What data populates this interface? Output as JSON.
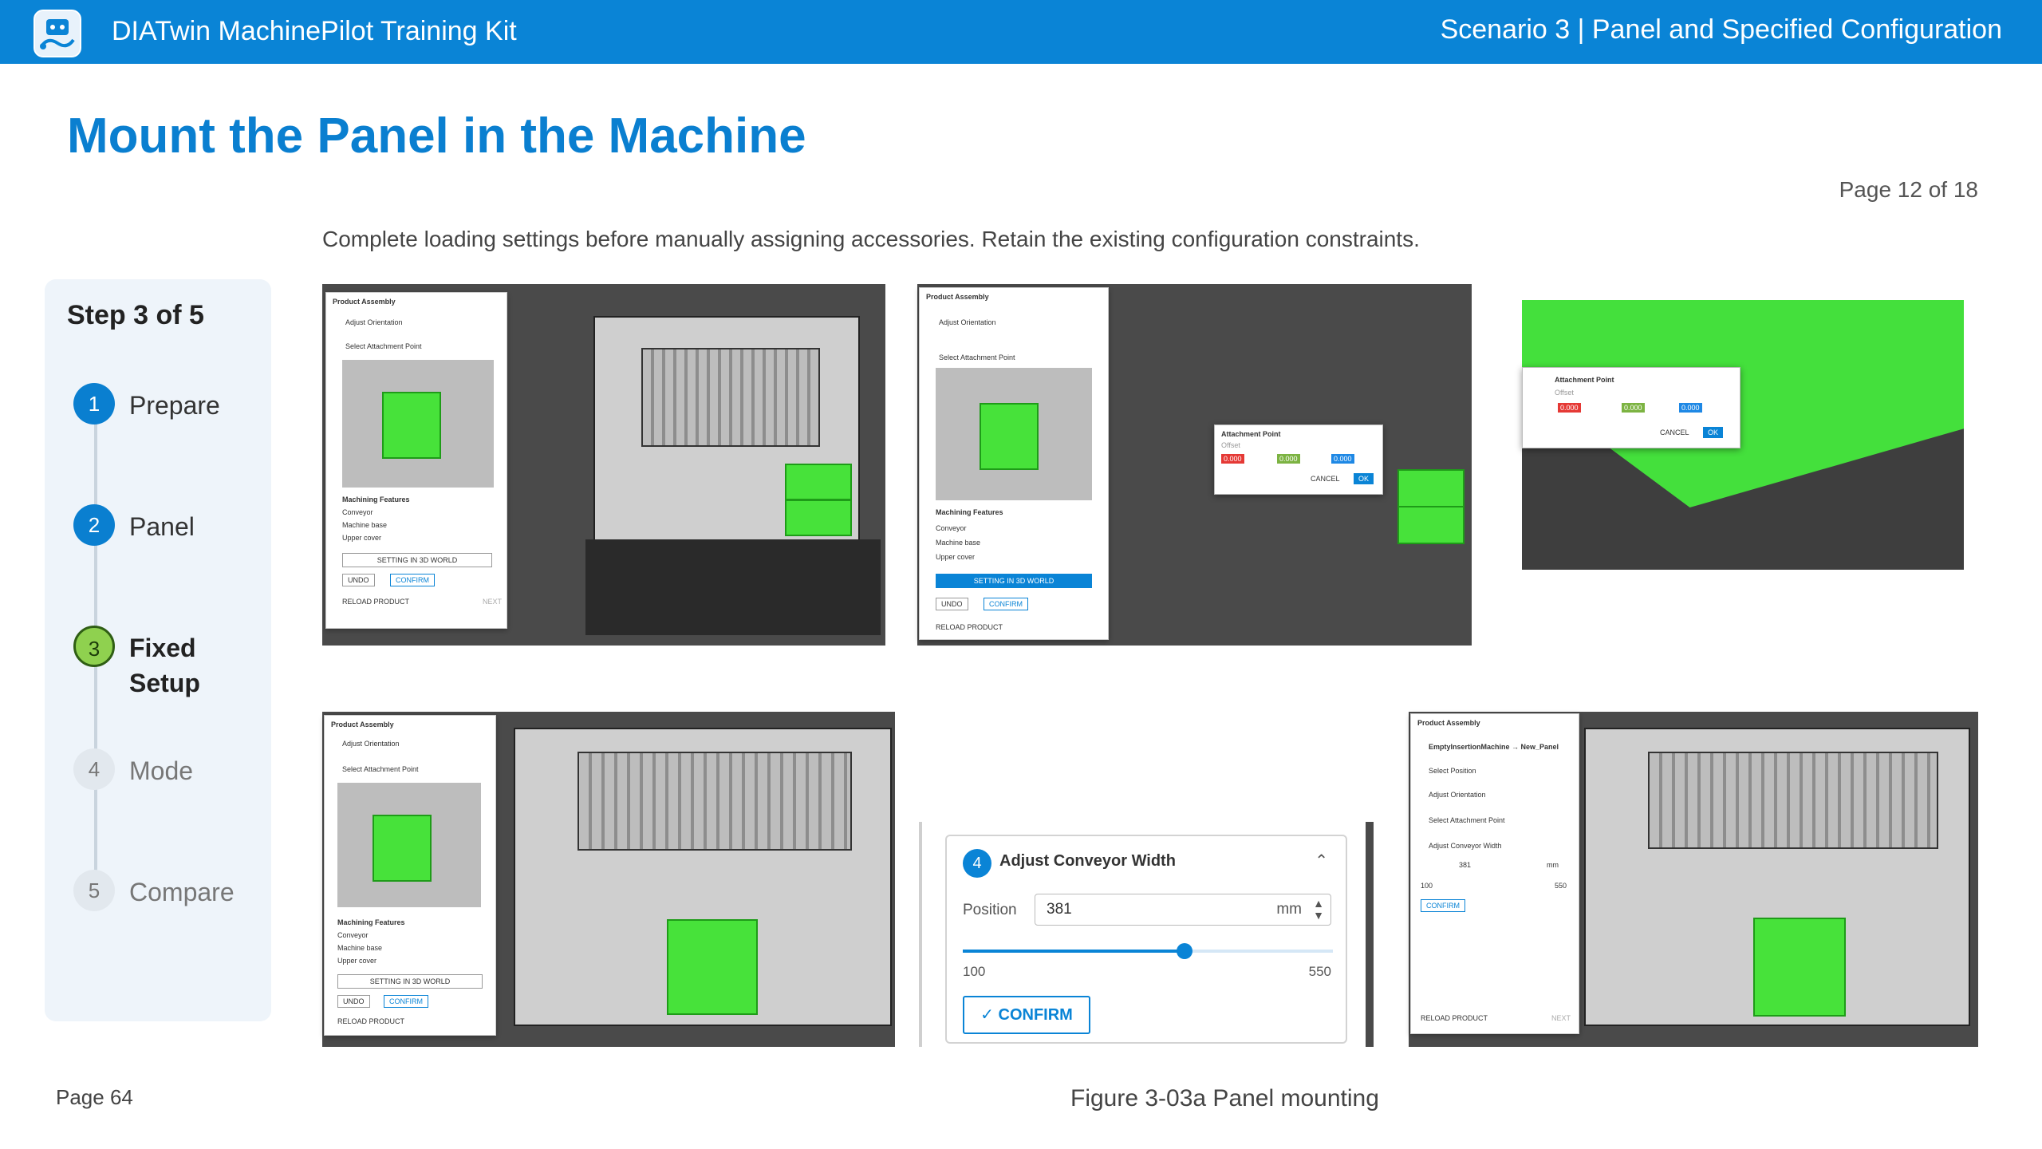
{
  "header": {
    "app_title": "DIATwin MachinePilot Training Kit",
    "scenario": "Scenario 3 | Panel and Specified Configuration",
    "logo_icon": "robot-app-icon",
    "bar_color": "#0a84d6"
  },
  "title": "Mount the Panel in the Machine",
  "page_of": "Page 12 of 18",
  "instruction": "Complete loading settings before manually assigning accessories. Retain the existing configuration constraints.",
  "stepper": {
    "step_count": "Step 3 of 5",
    "steps": [
      {
        "number": "1",
        "label": "Prepare",
        "status": "done"
      },
      {
        "number": "2",
        "label": "Panel",
        "status": "done"
      },
      {
        "number": "3",
        "label": "Fixed Setup",
        "status": "current"
      },
      {
        "number": "4",
        "label": "Mode",
        "status": "pending"
      },
      {
        "number": "5",
        "label": "Compare",
        "status": "pending"
      }
    ]
  },
  "screens": {
    "assembly": {
      "panel_title": "Product Assembly",
      "adjust_orientation": "Adjust Orientation",
      "select_attachment": "Select Attachment Point",
      "machining_features": "Machining Features",
      "features": [
        "Conveyor",
        "Machine base",
        "Upper cover"
      ],
      "setting_btn": "SETTING IN 3D WORLD",
      "undo": "UNDO",
      "confirm": "CONFIRM",
      "reload": "RELOAD PRODUCT",
      "next": "NEXT"
    },
    "attachment_dialog": {
      "title": "Attachment Point",
      "offset_label": "Offset",
      "x": "0.000",
      "y": "0.000",
      "z": "0.000",
      "cancel": "CANCEL",
      "ok": "OK"
    },
    "conveyor_panel": {
      "machine_name": "EmptyInsertionMachine → New_Panel",
      "steps": [
        "Select Position",
        "Adjust Orientation",
        "Select Attachment Point",
        "Adjust Conveyor Width"
      ],
      "position_value": "381",
      "unit": "mm",
      "min": "100",
      "max": "550",
      "confirm": "CONFIRM",
      "reload": "RELOAD PRODUCT",
      "next": "NEXT"
    }
  },
  "adjust_card": {
    "step_number": "4",
    "title": "Adjust  Conveyor Width",
    "position_label": "Position",
    "position_value": "381",
    "unit": "mm",
    "min": "100",
    "max": "550",
    "slider_fraction": 0.6,
    "confirm": "CONFIRM",
    "accent_color": "#0a84d6"
  },
  "footer": {
    "page_number": "Page 64",
    "caption": "Figure 3-03a Panel mounting"
  }
}
